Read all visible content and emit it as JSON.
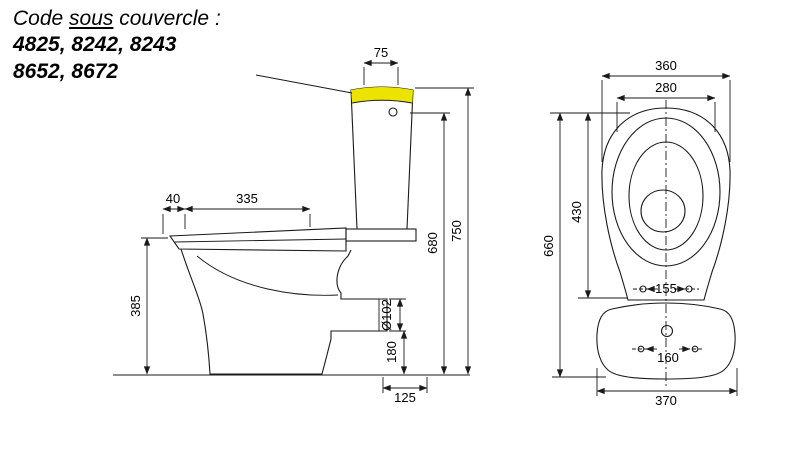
{
  "title": {
    "prefix": "Code ",
    "underlined": "sous",
    "suffix": " couvercle :",
    "codes_line1": "4825, 8242, 8243",
    "codes_line2": "8652, 8672"
  },
  "side_view": {
    "dims": {
      "lid_width": "75",
      "seat_setback": "40",
      "seat_length": "335",
      "bowl_height": "385",
      "height_to_button": "680",
      "total_height": "750",
      "outlet_diameter": "Ø102",
      "outlet_height": "180",
      "outlet_offset": "125"
    }
  },
  "top_view": {
    "dims": {
      "width_max": "360",
      "seat_width": "280",
      "bowl_length": "430",
      "total_depth": "660",
      "hinge_hole_spacing": "155",
      "fixing_hole_spacing": "160",
      "base_width": "370"
    }
  },
  "colors": {
    "highlight_yellow": "#ece400",
    "line": "#1a1a1a"
  }
}
